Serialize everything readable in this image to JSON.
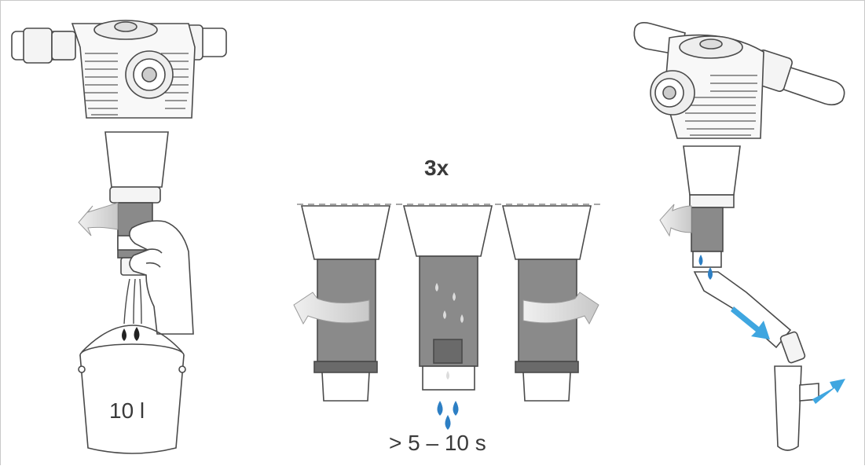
{
  "labels": {
    "repeat": "3x",
    "bucket_volume": "10 l",
    "flush_time": "> 5 – 10 s"
  },
  "colors": {
    "water_blue": "#2d7fc4",
    "arrow_blue": "#3fa6e0",
    "filter_gray": "#8a8a8a",
    "line": "#4a4a4a",
    "arrow_gray": "#d2d2d2"
  },
  "icons": [
    "filter-housing-icon",
    "hand-icon",
    "bucket-icon",
    "water-drop-icon",
    "rotate-arrow-icon",
    "flow-arrow-icon",
    "drain-hose-icon"
  ]
}
